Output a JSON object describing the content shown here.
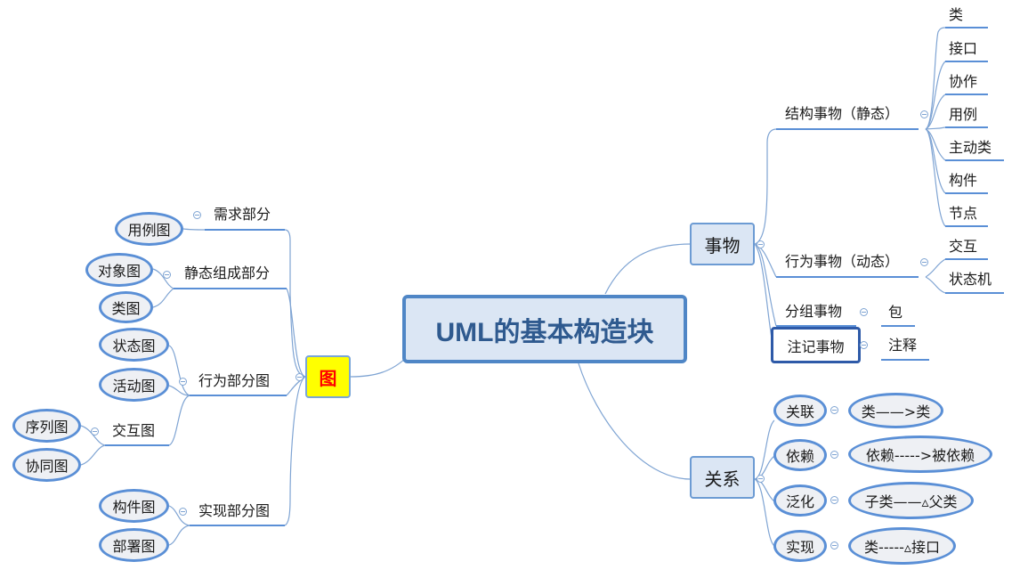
{
  "root": "UML的基本构造块",
  "right": {
    "things": {
      "label": "事物",
      "structural": {
        "label": "结构事物（静态）",
        "items": [
          "类",
          "接口",
          "协作",
          "用例",
          "主动类",
          "构件",
          "节点"
        ]
      },
      "behavioral": {
        "label": "行为事物（动态）",
        "items": [
          "交互",
          "状态机"
        ]
      },
      "grouping": {
        "label": "分组事物",
        "items": [
          "包"
        ]
      },
      "annotation": {
        "label": "注记事物",
        "items": [
          "注释"
        ]
      }
    },
    "relations": {
      "label": "关系",
      "items": [
        {
          "label": "关联",
          "detail": "类——>类"
        },
        {
          "label": "依赖",
          "detail": "依赖----->被依赖"
        },
        {
          "label": "泛化",
          "detail": "子类——▵父类"
        },
        {
          "label": "实现",
          "detail": "类-----▵接口"
        }
      ]
    }
  },
  "left": {
    "diagram": {
      "label": "图",
      "requirements": {
        "label": "需求部分",
        "items": [
          "用例图"
        ]
      },
      "static": {
        "label": "静态组成部分",
        "items": [
          "对象图",
          "类图"
        ]
      },
      "behavior": {
        "label": "行为部分图",
        "items": [
          "状态图",
          "活动图"
        ],
        "interaction": {
          "label": "交互图",
          "items": [
            "序列图",
            "协同图"
          ]
        }
      },
      "implementation": {
        "label": "实现部分图",
        "items": [
          "构件图",
          "部署图"
        ]
      }
    }
  },
  "colors": {
    "line": "#5a8fd6",
    "thin_line": "#7fa4d3",
    "box_fill": "#dbe6f4",
    "root_border": "#4f86c6",
    "root_text": "#2f5a8f",
    "tu_fill": "#ffff00",
    "tu_text": "#ff0000",
    "oval_fill": "#eef0f4",
    "highlight_border": "#2e5aa8"
  }
}
